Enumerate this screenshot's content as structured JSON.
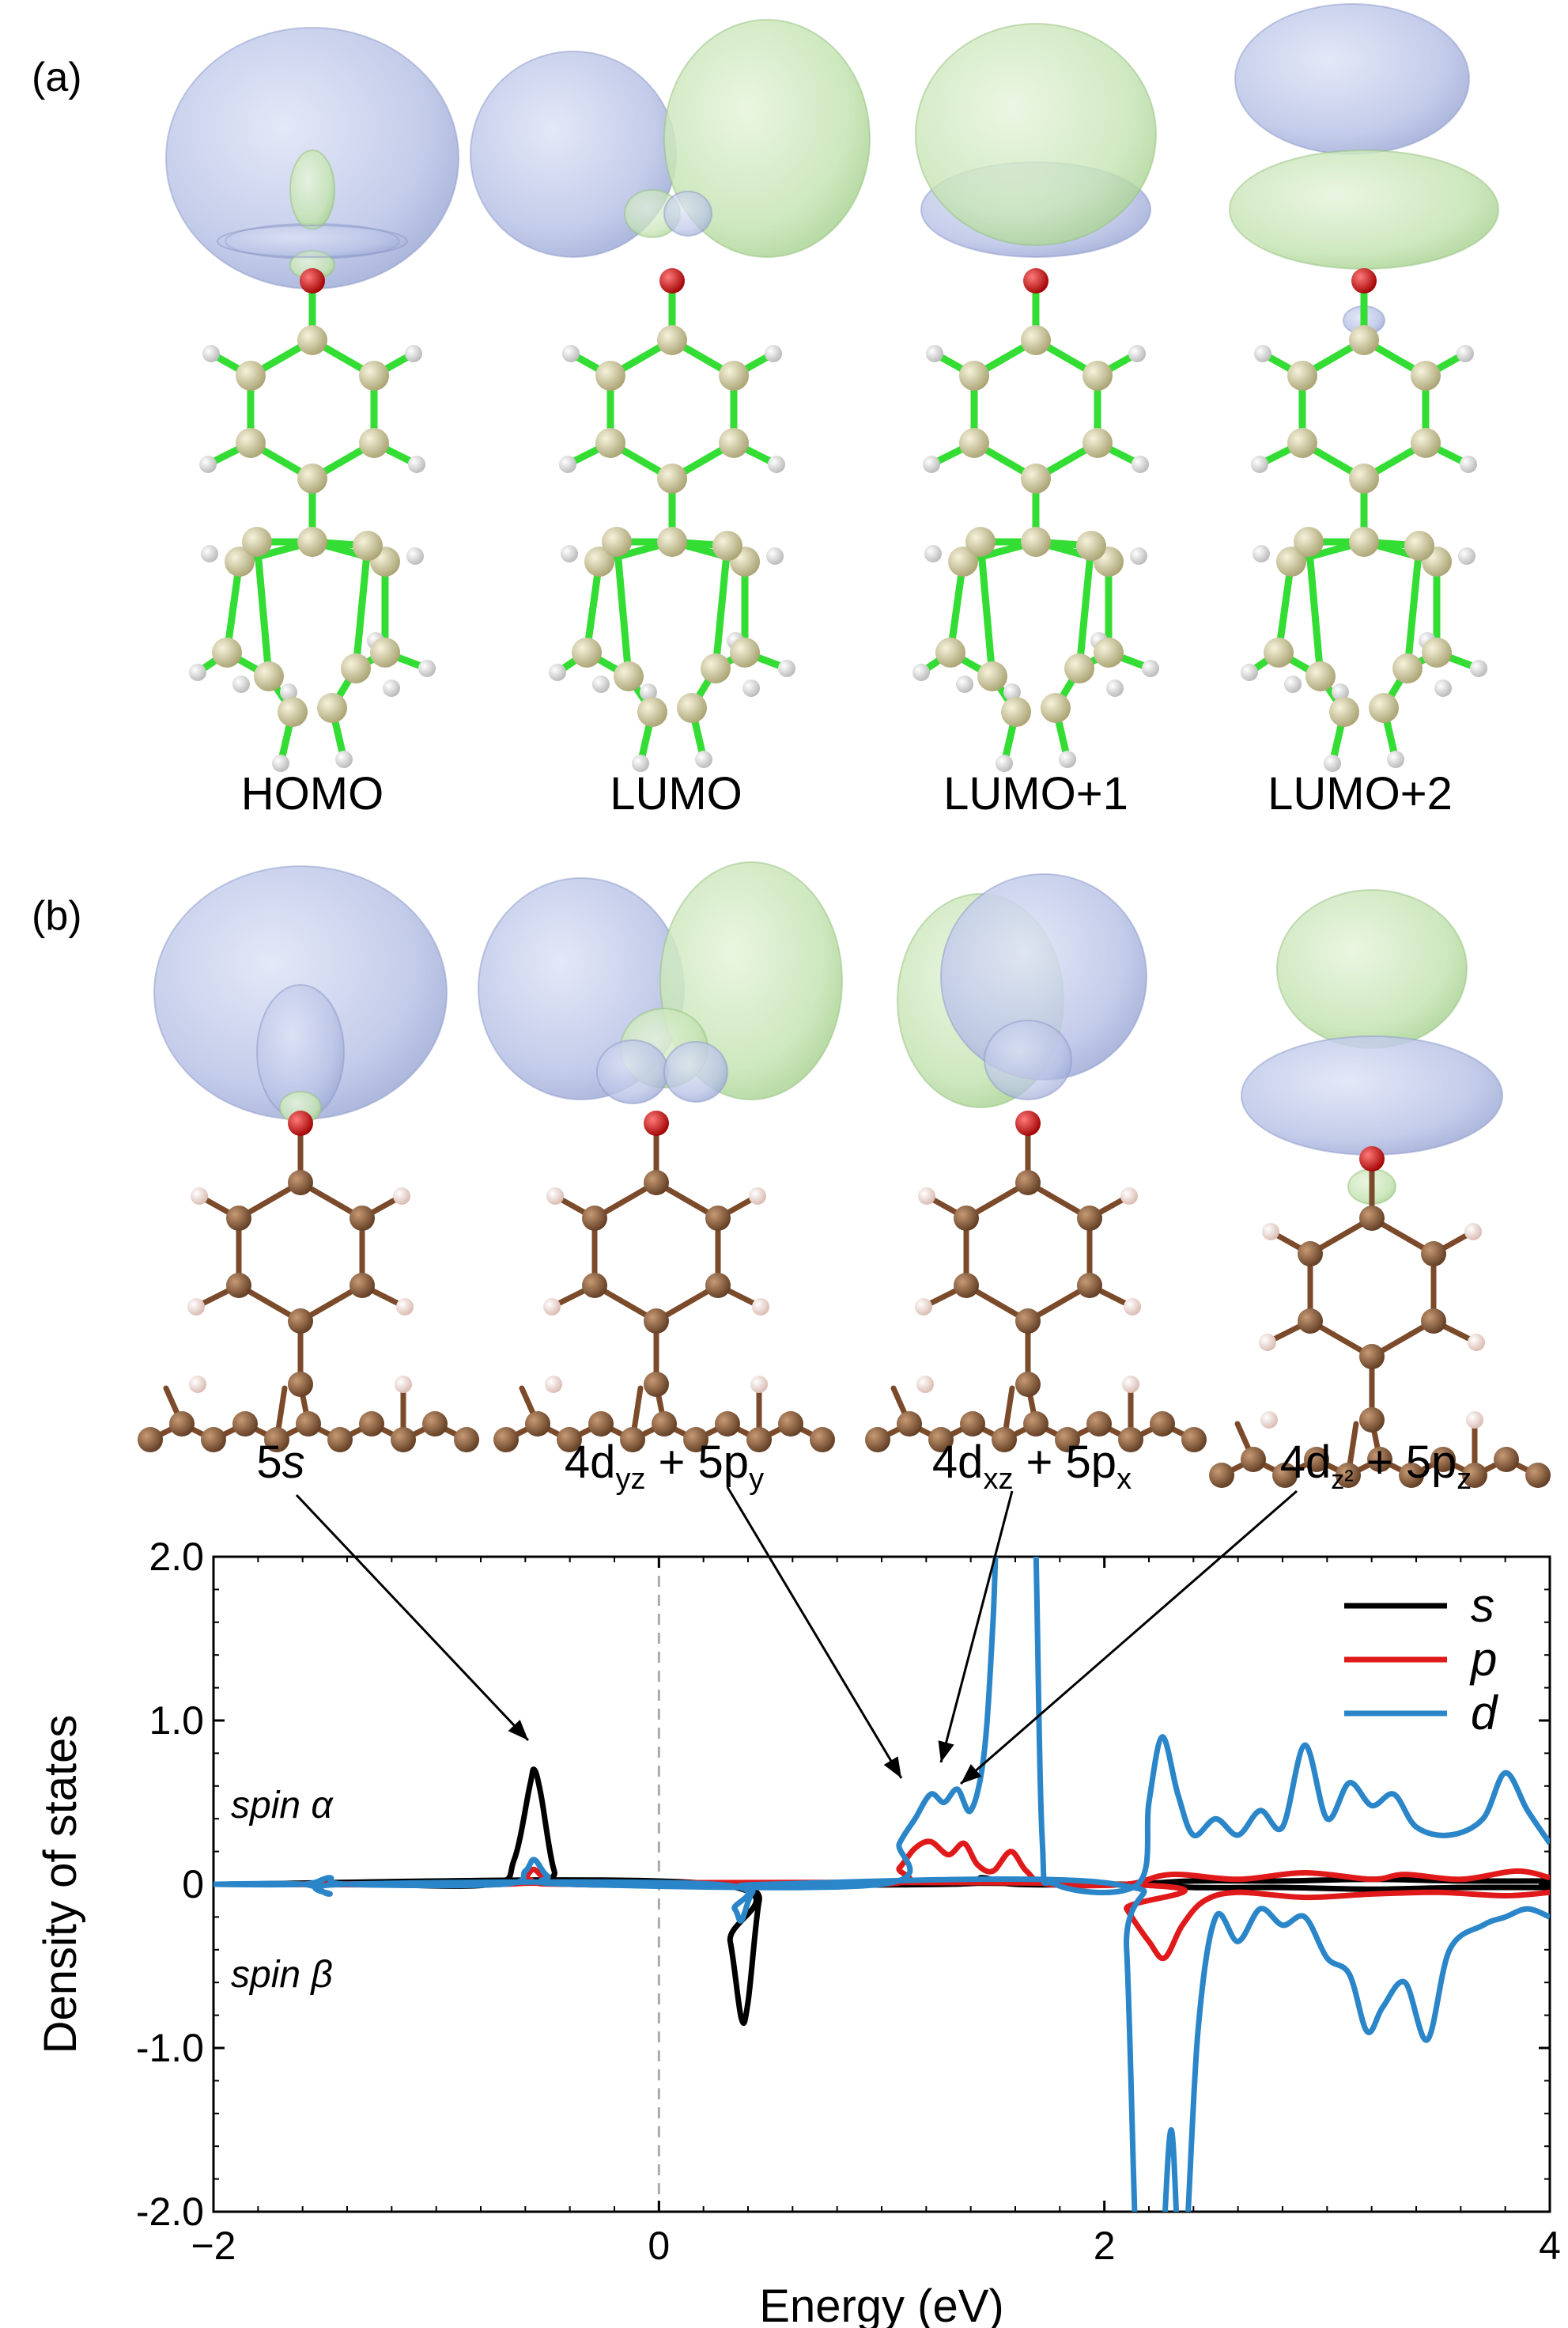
{
  "panels": {
    "a": "(a)",
    "b": "(b)"
  },
  "panel_a_labels": [
    "HOMO",
    "LUMO",
    "LUMO+1",
    "LUMO+2"
  ],
  "panel_b_labels": [
    {
      "main": "5",
      "sub": "s",
      "rest": ""
    },
    {
      "main": "4d",
      "sub": "yz",
      "plus": " + 5p",
      "sub2": "y"
    },
    {
      "main": "4d",
      "sub": "xz",
      "plus": " + 5p",
      "sub2": "x"
    },
    {
      "main": "4d",
      "sub": "z²",
      "plus": " + 5p",
      "sub2": "z"
    }
  ],
  "colors": {
    "lobe_blue": "#b9c3e6",
    "lobe_green": "#c6e4b4",
    "bond_green": "#33dd33",
    "atom_tan": "#d8d3a8",
    "atom_brown": "#8a5a3a",
    "oxygen_red": "#dd1111",
    "hydrogen": "#eeeeee"
  },
  "chart_data": {
    "type": "line",
    "xlabel": "Energy (eV)",
    "ylabel": "Density of states",
    "xlim": [
      -2,
      4
    ],
    "ylim": [
      -2.0,
      2.0
    ],
    "xticks": [
      "−2",
      "0",
      "2",
      "4"
    ],
    "yticks": [
      "2.0",
      "1.0",
      "0",
      "-1.0",
      "-2.0"
    ],
    "fermi_line_x": 0,
    "legend_position": "top-right",
    "annotations": {
      "spin_up": "spin α",
      "spin_down": "spin β"
    },
    "series": [
      {
        "name": "s",
        "color": "#000000",
        "up": [
          [
            -2,
            0
          ],
          [
            -1.6,
            0
          ],
          [
            -1.48,
            0.01
          ],
          [
            -1.3,
            0
          ],
          [
            -0.75,
            0
          ],
          [
            -0.65,
            0.15
          ],
          [
            -0.58,
            0.6
          ],
          [
            -0.56,
            0.7
          ],
          [
            -0.53,
            0.55
          ],
          [
            -0.47,
            0.08
          ],
          [
            -0.4,
            0
          ],
          [
            1.3,
            0
          ],
          [
            1.45,
            0.04
          ],
          [
            1.6,
            0
          ],
          [
            2.1,
            0
          ],
          [
            2.4,
            0.02
          ],
          [
            2.8,
            0.02
          ],
          [
            3.2,
            0.03
          ],
          [
            3.6,
            0.02
          ],
          [
            4,
            0.02
          ]
        ],
        "down": [
          [
            -2,
            0
          ],
          [
            0.25,
            0
          ],
          [
            0.32,
            -0.35
          ],
          [
            0.37,
            -0.82
          ],
          [
            0.4,
            -0.72
          ],
          [
            0.45,
            -0.1
          ],
          [
            0.5,
            0
          ],
          [
            2.1,
            0
          ],
          [
            2.4,
            -0.02
          ],
          [
            2.8,
            -0.02
          ],
          [
            3.2,
            -0.03
          ],
          [
            3.6,
            -0.02
          ],
          [
            4,
            -0.02
          ]
        ]
      },
      {
        "name": "p",
        "color": "#e01a1a",
        "up": [
          [
            -2,
            0
          ],
          [
            -0.7,
            0
          ],
          [
            -0.6,
            0.05
          ],
          [
            -0.56,
            0.09
          ],
          [
            -0.5,
            0.02
          ],
          [
            -0.4,
            0
          ],
          [
            1.0,
            0
          ],
          [
            1.08,
            0.1
          ],
          [
            1.15,
            0.22
          ],
          [
            1.22,
            0.26
          ],
          [
            1.3,
            0.18
          ],
          [
            1.37,
            0.25
          ],
          [
            1.43,
            0.12
          ],
          [
            1.5,
            0.08
          ],
          [
            1.58,
            0.2
          ],
          [
            1.65,
            0.08
          ],
          [
            1.75,
            0
          ],
          [
            2.1,
            0
          ],
          [
            2.3,
            0.06
          ],
          [
            2.6,
            0.03
          ],
          [
            2.9,
            0.07
          ],
          [
            3.2,
            0.03
          ],
          [
            3.35,
            0.06
          ],
          [
            3.6,
            0.03
          ],
          [
            3.85,
            0.08
          ],
          [
            4,
            0.04
          ]
        ],
        "down": [
          [
            -2,
            0
          ],
          [
            2.05,
            0
          ],
          [
            2.1,
            -0.15
          ],
          [
            2.2,
            -0.35
          ],
          [
            2.27,
            -0.45
          ],
          [
            2.35,
            -0.25
          ],
          [
            2.45,
            -0.1
          ],
          [
            2.6,
            -0.05
          ],
          [
            2.9,
            -0.08
          ],
          [
            3.2,
            -0.06
          ],
          [
            3.5,
            -0.05
          ],
          [
            3.8,
            -0.07
          ],
          [
            4,
            -0.05
          ]
        ]
      },
      {
        "name": "d",
        "color": "#2a86c8",
        "up": [
          [
            -2,
            0
          ],
          [
            -1.6,
            0
          ],
          [
            -1.48,
            0.04
          ],
          [
            -1.4,
            0
          ],
          [
            -0.7,
            0
          ],
          [
            -0.6,
            0.08
          ],
          [
            -0.56,
            0.15
          ],
          [
            -0.5,
            0.05
          ],
          [
            -0.4,
            0
          ],
          [
            1.0,
            0
          ],
          [
            1.08,
            0.25
          ],
          [
            1.15,
            0.4
          ],
          [
            1.22,
            0.55
          ],
          [
            1.28,
            0.5
          ],
          [
            1.34,
            0.58
          ],
          [
            1.4,
            0.45
          ],
          [
            1.46,
            0.8
          ],
          [
            1.5,
            1.6
          ],
          [
            1.53,
            2.5
          ],
          [
            1.6,
            2.5
          ],
          [
            1.68,
            2.5
          ],
          [
            1.72,
            0.3
          ],
          [
            1.78,
            0
          ],
          [
            2.15,
            0
          ],
          [
            2.2,
            0.5
          ],
          [
            2.26,
            0.9
          ],
          [
            2.33,
            0.55
          ],
          [
            2.4,
            0.3
          ],
          [
            2.5,
            0.4
          ],
          [
            2.6,
            0.3
          ],
          [
            2.7,
            0.45
          ],
          [
            2.8,
            0.35
          ],
          [
            2.9,
            0.85
          ],
          [
            3.0,
            0.4
          ],
          [
            3.1,
            0.62
          ],
          [
            3.2,
            0.48
          ],
          [
            3.3,
            0.55
          ],
          [
            3.4,
            0.35
          ],
          [
            3.55,
            0.3
          ],
          [
            3.7,
            0.4
          ],
          [
            3.8,
            0.68
          ],
          [
            3.9,
            0.45
          ],
          [
            4,
            0.25
          ]
        ],
        "down": [
          [
            -2,
            0
          ],
          [
            -1.6,
            0
          ],
          [
            -1.48,
            -0.06
          ],
          [
            -1.4,
            0
          ],
          [
            0.25,
            0
          ],
          [
            0.34,
            -0.15
          ],
          [
            0.37,
            -0.22
          ],
          [
            0.42,
            -0.05
          ],
          [
            0.5,
            0
          ],
          [
            2.05,
            0
          ],
          [
            2.1,
            -0.4
          ],
          [
            2.15,
            -2.5
          ],
          [
            2.2,
            -2.5
          ],
          [
            2.25,
            -2.5
          ],
          [
            2.3,
            -1.5
          ],
          [
            2.35,
            -2.5
          ],
          [
            2.42,
            -0.9
          ],
          [
            2.5,
            -0.2
          ],
          [
            2.6,
            -0.35
          ],
          [
            2.7,
            -0.15
          ],
          [
            2.8,
            -0.25
          ],
          [
            2.9,
            -0.2
          ],
          [
            3.0,
            -0.45
          ],
          [
            3.1,
            -0.55
          ],
          [
            3.18,
            -0.9
          ],
          [
            3.25,
            -0.75
          ],
          [
            3.35,
            -0.6
          ],
          [
            3.45,
            -0.95
          ],
          [
            3.55,
            -0.4
          ],
          [
            3.7,
            -0.25
          ],
          [
            3.8,
            -0.2
          ],
          [
            3.9,
            -0.15
          ],
          [
            4,
            -0.2
          ]
        ]
      }
    ]
  }
}
